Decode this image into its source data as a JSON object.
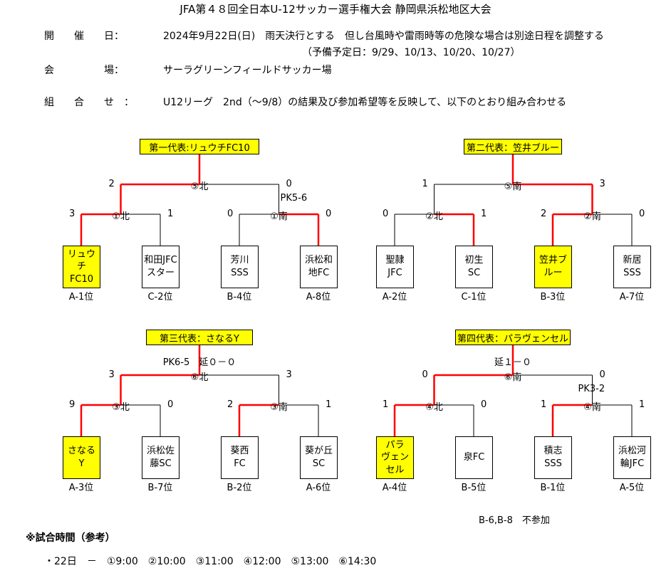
{
  "title": "JFA第４８回全日本U-12サッカー選手権大会 静岡県浜松地区大会",
  "info": {
    "date_label": "開　　催　　日：",
    "date_value": "2024年9月22日(日)　雨天決行とする　但し台風時や雷雨時等の危険な場合は別途日程を調整する",
    "date_reserve": "（予備予定日：9/29、10/13、10/20、10/27）",
    "venue_label": "会　　　　　場：",
    "venue_value": "サーラグリーンフィールドサッカー場",
    "pairing_label": "組　　合　　せ　：",
    "pairing_value": "U12リーグ　2nd（～9/8）の結果及び参加希望等を反映して、以下のとおり組み合わせる"
  },
  "brackets": [
    {
      "rep": "第一代表:リュウチFC10",
      "final": {
        "label": "⑤北",
        "left_score": "2",
        "right_score": "0",
        "note": "PK5-6"
      },
      "semis": [
        {
          "label": "①北",
          "left_score": "3",
          "right_score": "1"
        },
        {
          "label": "①南",
          "left_score": "0",
          "right_score": "0"
        }
      ],
      "teams": [
        {
          "name": "リュウチ\nFC10",
          "rank": "A-1位",
          "win": true
        },
        {
          "name": "和田JFC\nスター",
          "rank": "C-2位",
          "win": false
        },
        {
          "name": "芳川\nSSS",
          "rank": "B-4位",
          "win": false
        },
        {
          "name": "浜松和\n地FC",
          "rank": "A-8位",
          "win": false
        }
      ]
    },
    {
      "rep": "第二代表：笠井ブルー",
      "final": {
        "label": "⑤南",
        "left_score": "1",
        "right_score": "3",
        "note": ""
      },
      "semis": [
        {
          "label": "②北",
          "left_score": "0",
          "right_score": "1"
        },
        {
          "label": "②南",
          "left_score": "2",
          "right_score": "0"
        }
      ],
      "teams": [
        {
          "name": "聖隷\nJFC",
          "rank": "A-2位",
          "win": false
        },
        {
          "name": "初生\nSC",
          "rank": "C-1位",
          "win": false
        },
        {
          "name": "笠井ブ\nルー",
          "rank": "B-3位",
          "win": true
        },
        {
          "name": "新居\nSSS",
          "rank": "A-7位",
          "win": false
        }
      ]
    },
    {
      "rep": "第三代表：さなるY",
      "final": {
        "label": "⑥北",
        "left_score": "3",
        "right_score": "3",
        "note": "PK6-5　延０－０"
      },
      "semis": [
        {
          "label": "③北",
          "left_score": "9",
          "right_score": "0"
        },
        {
          "label": "③南",
          "left_score": "2",
          "right_score": "1"
        }
      ],
      "teams": [
        {
          "name": "さなる\nY",
          "rank": "A-3位",
          "win": true
        },
        {
          "name": "浜松佐\n藤SC",
          "rank": "B-7位",
          "win": false
        },
        {
          "name": "葵西\nFC",
          "rank": "B-2位",
          "win": false
        },
        {
          "name": "葵が丘\nSC",
          "rank": "A-6位",
          "win": false
        }
      ]
    },
    {
      "rep": "第四代表：パラヴェンセル",
      "final": {
        "label": "⑥南",
        "left_score": "0",
        "right_score": "0",
        "note": "延１－０"
      },
      "semis": [
        {
          "label": "④北",
          "left_score": "1",
          "right_score": "0"
        },
        {
          "label": "④南",
          "left_score": "1",
          "right_score": "1",
          "note": "PK3-2"
        }
      ],
      "teams": [
        {
          "name": "パラ\nヴェン\nセル",
          "rank": "A-4位",
          "win": true
        },
        {
          "name": "泉FC",
          "rank": "B-5位",
          "win": false
        },
        {
          "name": "積志\nSSS",
          "rank": "B-1位",
          "win": false
        },
        {
          "name": "浜松河\n輪JFC",
          "rank": "A-5位",
          "win": false
        }
      ]
    }
  ],
  "absent_note": "B-6,B-8　不参加",
  "schedule_title": "※試合時間（参考）",
  "schedule_line": "・22日　－　①9:00　②10:00　③11:00　④12:00　⑤13:00　⑥14:30",
  "colors": {
    "winner_line": "#ff0000",
    "winner_fill": "#ffff00",
    "line": "#000000"
  }
}
